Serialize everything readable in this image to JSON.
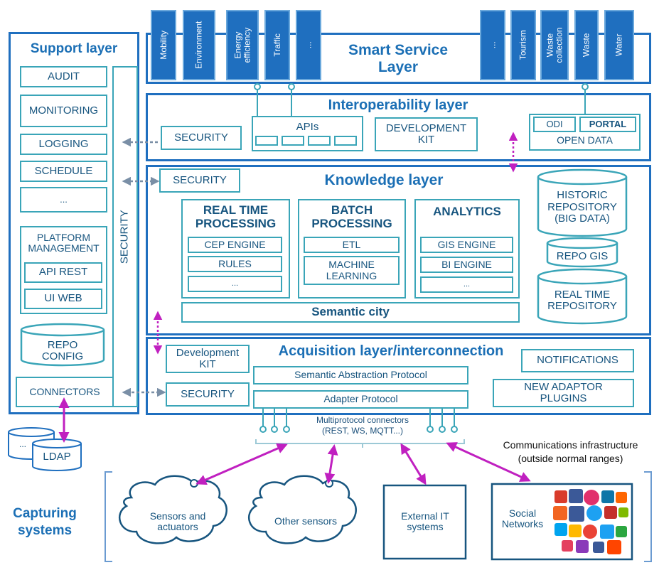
{
  "support": {
    "title": "Support layer",
    "items": [
      "AUDIT",
      "MONITORING",
      "LOGGING",
      "SCHEDULE",
      "..."
    ],
    "platform_management": "PLATFORM MANAGEMENT",
    "api_rest": "API REST",
    "ui_web": "UI WEB",
    "repo_config": "REPO CONFIG",
    "connectors": "CONNECTORS",
    "security": "SECURITY"
  },
  "smart_service": {
    "title": "Smart Service Layer",
    "left_services": [
      "Mobility",
      "Environment",
      "Energy efficiency",
      "Traffic",
      "..."
    ],
    "right_services": [
      "...",
      "Tourism",
      "Waste collection",
      "Waste",
      "Water"
    ]
  },
  "interop": {
    "title": "Interoperability layer",
    "security": "SECURITY",
    "apis": "APIs",
    "dev_kit": "DEVELOPMENT KIT",
    "odi": "ODI",
    "portal": "PORTAL",
    "open_data": "OPEN DATA"
  },
  "knowledge": {
    "title": "Knowledge layer",
    "security": "SECURITY",
    "rtp": {
      "title": "REAL TIME PROCESSING",
      "items": [
        "CEP ENGINE",
        "RULES",
        "..."
      ]
    },
    "batch": {
      "title": "BATCH PROCESSING",
      "items": [
        "ETL",
        "MACHINE LEARNING"
      ]
    },
    "analytics": {
      "title": "ANALYTICS",
      "items": [
        "GIS ENGINE",
        "BI ENGINE",
        "..."
      ]
    },
    "semantic_city": "Semantic city",
    "historic_repo": "HISTORIC REPOSITORY (BIG DATA)",
    "repo_gis": "REPO GIS",
    "realtime_repo": "REAL TIME REPOSITORY"
  },
  "acquisition": {
    "title": "Acquisition layer/interconnection",
    "dev_kit": "Development KIT",
    "security": "SECURITY",
    "semantic_abstraction": "Semantic Abstraction Protocol",
    "adapter": "Adapter Protocol",
    "notifications": "NOTIFICATIONS",
    "new_adaptor": "NEW ADAPTOR PLUGINS",
    "multiprotocol": "Multiprotocol connectors",
    "multiprotocol_sub": "(REST, WS, MQTT...)"
  },
  "ldap": {
    "dots": "...",
    "label": "LDAP"
  },
  "capturing": {
    "title": "Capturing systems",
    "comm_infra": "Communications infrastructure",
    "comm_infra_sub": "(outside normal ranges)",
    "sensors": "Sensors and actuators",
    "other_sensors": "Other sensors",
    "external_it": "External IT systems",
    "social": "Social Networks"
  },
  "colors": {
    "layer_border": "#1f6fbf",
    "box_border": "#3aa5b8",
    "arrow": "#c020c0",
    "service_fill": "#1f6fbf"
  }
}
